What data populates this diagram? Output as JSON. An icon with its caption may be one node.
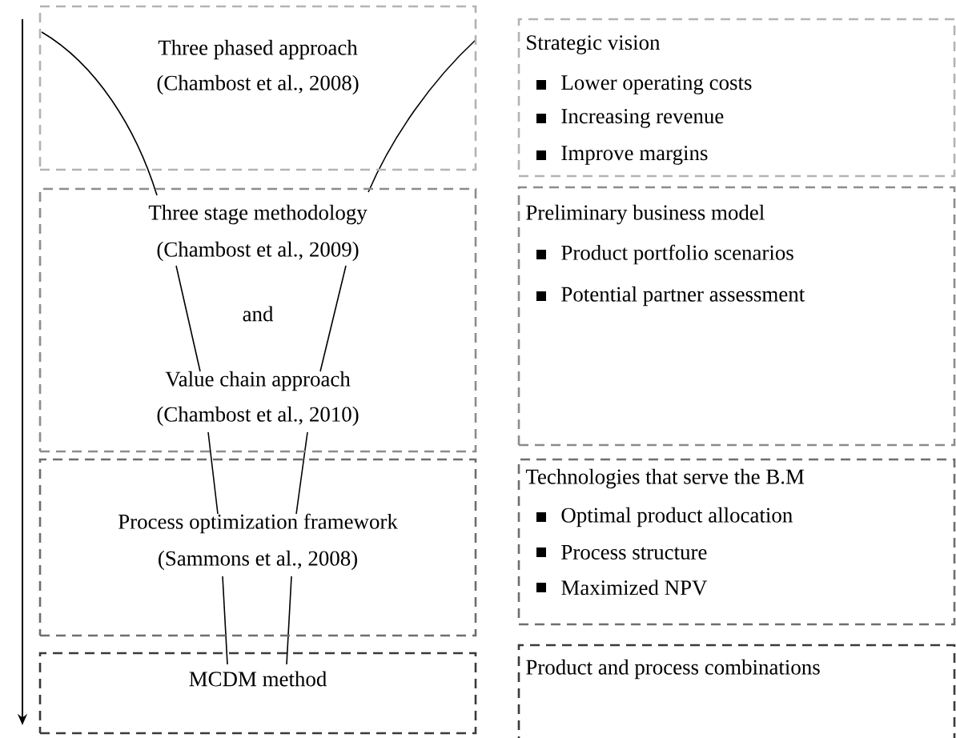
{
  "diagram": {
    "nodes": [
      {
        "text": [
          "Three phased approach",
          "(Chambost et al., 2008)"
        ]
      },
      {
        "text": [
          "Three stage methodology",
          "(Chambost et al., 2009)",
          "and",
          "Value chain approach",
          "(Chambost et al., 2010)"
        ]
      },
      {
        "text": [
          "Process optimization framework",
          "(Sammons et al., 2008)"
        ]
      },
      {
        "text": [
          "MCDM method"
        ]
      },
      {
        "text": [
          "Strategic vision",
          "Lower operating costs",
          "Increasing revenue",
          "Improve margins"
        ]
      },
      {
        "text": [
          "Preliminary business model",
          "Product portfolio scenarios",
          "Potential partner assessment"
        ]
      },
      {
        "text": [
          "Technologies that serve the B.M",
          "Optimal product allocation",
          "Process structure",
          "Maximized NPV"
        ]
      },
      {
        "text": [
          "Product and process combinations"
        ]
      }
    ]
  }
}
